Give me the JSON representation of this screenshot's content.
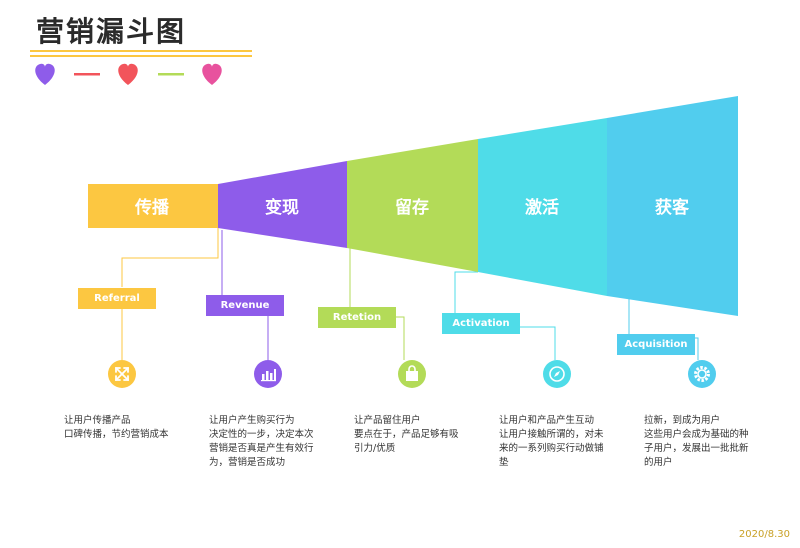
{
  "title": "营销漏斗图",
  "date": "2020/8.30",
  "colors": {
    "yellow": "#FCC741",
    "purple": "#8E5CEA",
    "green": "#B3DB58",
    "cyan": "#4FDCE8",
    "blue": "#51CDEE",
    "heart_purple": "#8E5CEA",
    "heart_red": "#F2545B",
    "heart_pink": "#E8529E",
    "dash_red": "#F2545B",
    "dash_green": "#B3DB58"
  },
  "stages": [
    {
      "label": "传播",
      "tag": "Referral",
      "icon": "arrows-expand-icon",
      "description": "让用户传播产品\n口碑传播，节约营销成本"
    },
    {
      "label": "变现",
      "tag": "Revenue",
      "icon": "bar-chart-icon",
      "description": "让用户产生购买行为\n决定性的一步，决定本次\n营销是否真是产生有效行\n为，营销是否成功"
    },
    {
      "label": "留存",
      "tag": "Retetion",
      "icon": "shopping-bag-icon",
      "description": "让产品留住用户\n要点在于，产品足够有吸\n引力/优质"
    },
    {
      "label": "激活",
      "tag": "Activation",
      "icon": "compass-icon",
      "description": "让用户和产品产生互动\n让用户接触所谓的，对未\n来的一系列购买行动做铺\n垫"
    },
    {
      "label": "获客",
      "tag": "Acquisition",
      "icon": "gear-icon",
      "description": "拉新，到成为用户\n这些用户会成为基础的种\n子用户，发展出一批批新\n的用户"
    }
  ]
}
